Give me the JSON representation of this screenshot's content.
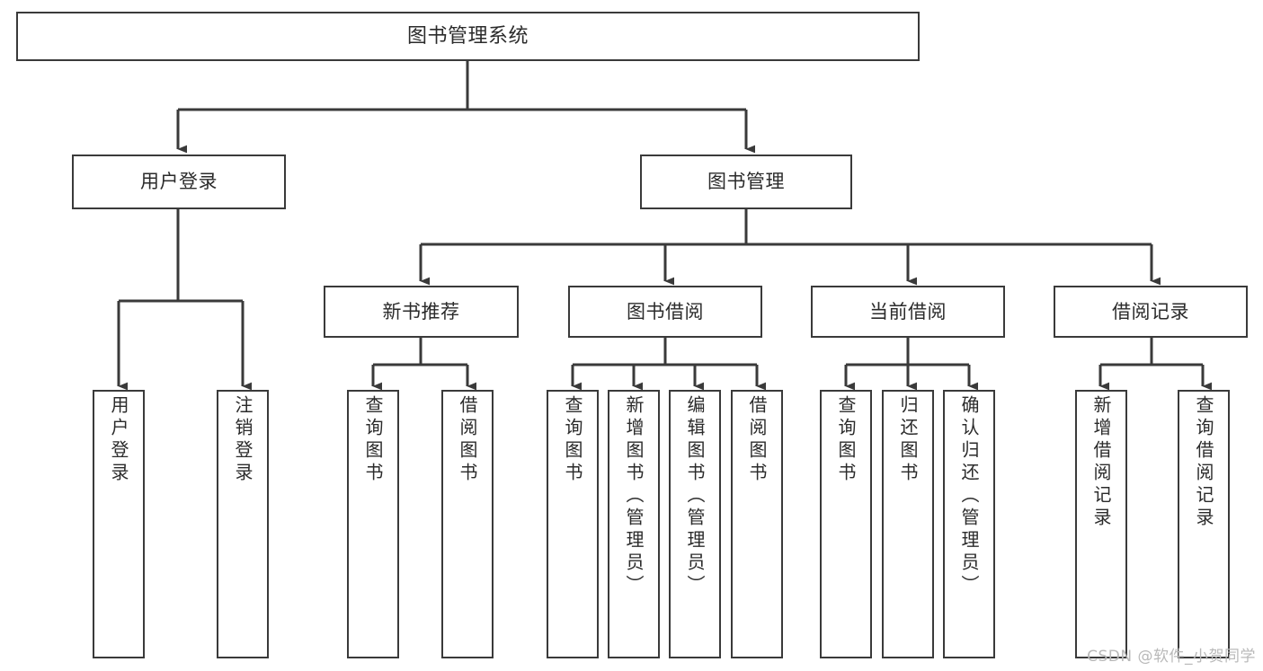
{
  "diagram": {
    "title": "图书管理系统",
    "type": "tree-hierarchy-chart",
    "watermark": "CSDN @软件_小贺同学",
    "colors": {
      "background": "#ffffff",
      "box_border": "#3a3a3a",
      "box_fill": "#ffffff",
      "connector": "#3a3a3a",
      "text": "#2b2b2b",
      "watermark": "#b9b9b9"
    },
    "levels": {
      "root": {
        "label": "图书管理系统"
      },
      "level2": [
        {
          "label": "用户登录"
        },
        {
          "label": "图书管理"
        }
      ],
      "level3": [
        {
          "label": "新书推荐"
        },
        {
          "label": "图书借阅"
        },
        {
          "label": "当前借阅"
        },
        {
          "label": "借阅记录"
        }
      ],
      "leaves": {
        "user_login": [
          {
            "label": "用户登录"
          },
          {
            "label": "注销登录"
          }
        ],
        "new_book_recommend": [
          {
            "label": "查询图书"
          },
          {
            "label": "借阅图书"
          }
        ],
        "book_borrow": [
          {
            "label": "查询图书"
          },
          {
            "label": "新增图书（管理员）"
          },
          {
            "label": "编辑图书（管理员）"
          },
          {
            "label": "借阅图书"
          }
        ],
        "current_borrow": [
          {
            "label": "查询图书"
          },
          {
            "label": "归还图书"
          },
          {
            "label": "确认归还（管理员）"
          }
        ],
        "borrow_record": [
          {
            "label": "新增借阅记录"
          },
          {
            "label": "查询借阅记录"
          }
        ]
      }
    }
  }
}
